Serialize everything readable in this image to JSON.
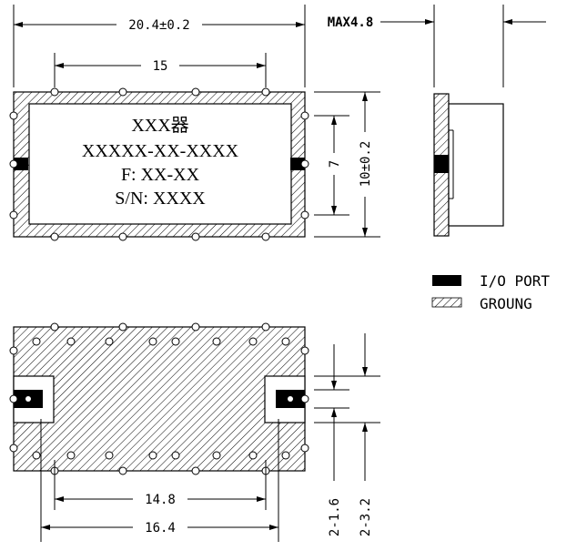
{
  "label": {
    "line1": "XXX器",
    "line2": "XXXXX-XX-XXXX",
    "line3": "F: XX-XX",
    "line4": "S/N: XXXX"
  },
  "dimensions": {
    "overall_length": "20.4±0.2",
    "top_pitch": "15",
    "max_height": "MAX4.8",
    "inner_height": "7",
    "overall_width": "10±0.2",
    "bottom_inner": "14.8",
    "bottom_outer": "16.4",
    "pad_small": "2-1.6",
    "pad_large": "2-3.2"
  },
  "legend": {
    "io_port": "I/O  PORT",
    "ground": "GROUNG"
  }
}
